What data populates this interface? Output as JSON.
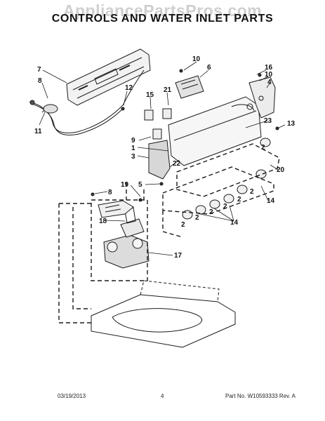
{
  "watermark": "AppliancePartsPros.com",
  "title": "CONTROLS AND WATER INLET PARTS",
  "callouts": {
    "c1": "1",
    "c2a": "2",
    "c2b": "2",
    "c2c": "2",
    "c2d": "2",
    "c2e": "2",
    "c2f": "2",
    "c2g": "2",
    "c3": "3",
    "c4": "4",
    "c5": "5",
    "c6": "6",
    "c7": "7",
    "c8a": "8",
    "c8b": "8",
    "c9": "9",
    "c10a": "10",
    "c10b": "10",
    "c11": "11",
    "c12": "12",
    "c13": "13",
    "c14a": "14",
    "c14b": "14",
    "c15": "15",
    "c16": "16",
    "c17": "17",
    "c18": "18",
    "c19": "19",
    "c20": "20",
    "c21": "21",
    "c22": "22",
    "c23": "23"
  },
  "footer": {
    "date": "03/19/2013",
    "page": "4",
    "part": "Part No.  W10593333  Rev.  A"
  }
}
